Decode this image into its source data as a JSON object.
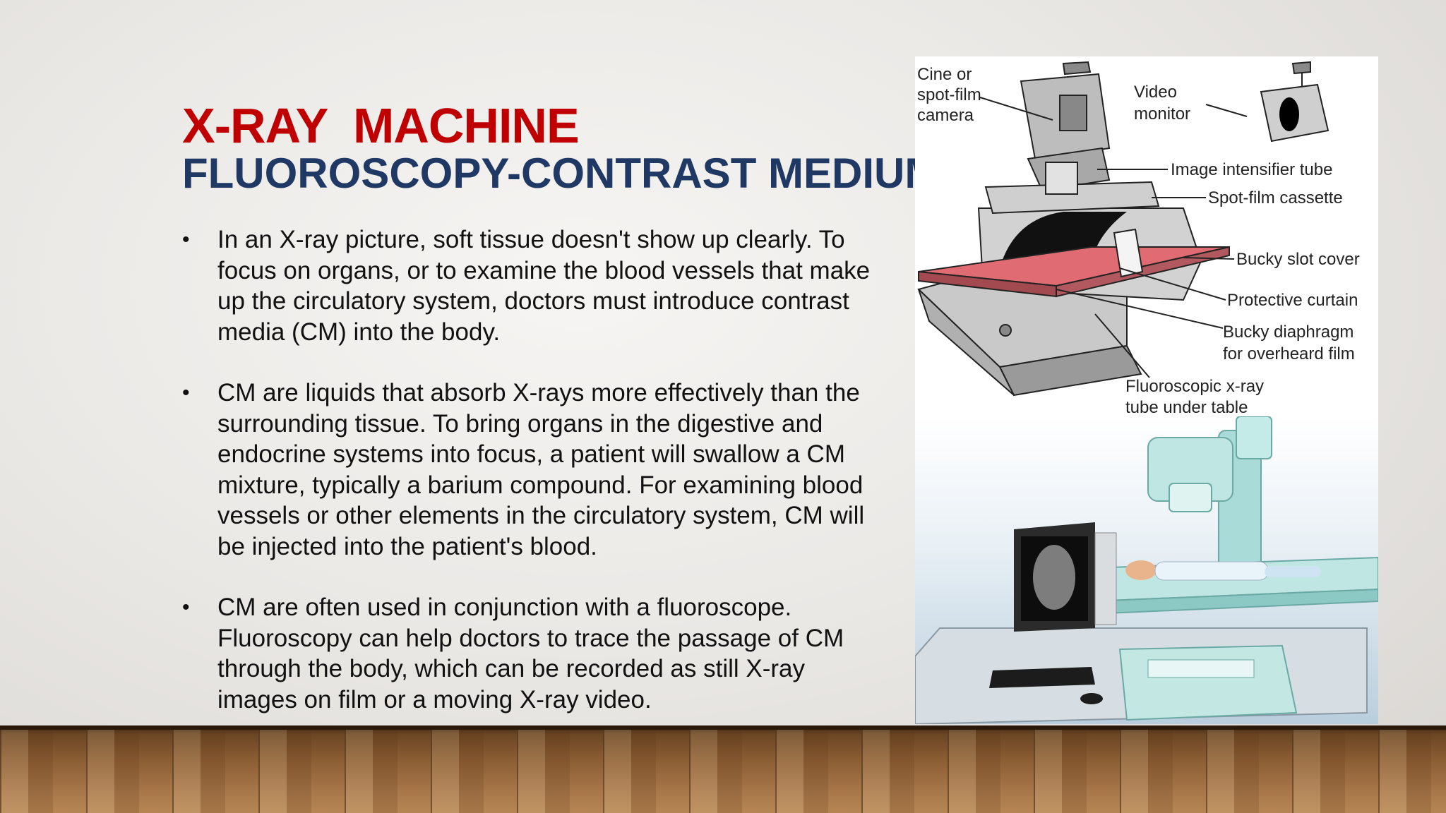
{
  "slide": {
    "title": "X-RAY  MACHINE",
    "subtitle": "FLUOROSCOPY-CONTRAST MEDIUM",
    "bullet_symbol": "•",
    "bullets": [
      "In an X-ray picture, soft tissue doesn't show up clearly. To focus on organs, or to examine the blood vessels that make up the circulatory system, doctors must introduce contrast media (CM) into the body.",
      "CM are liquids that absorb X-rays more effectively than the surrounding tissue. To bring organs in the digestive and endocrine systems into focus, a patient will swallow a CM mixture, typically a barium compound. For examining blood vessels or other elements in the circulatory system, CM will be injected into the patient's blood.",
      "CM are often used in conjunction with a fluoroscope. Fluoroscopy can help doctors to trace the passage of CM through the body, which can be recorded as still X-ray images on film or a moving X-ray video."
    ]
  },
  "figure": {
    "labels": {
      "cine_line1": "Cine or",
      "cine_line2": "spot-film",
      "cine_line3": "camera",
      "video_line1": "Video",
      "video_line2": "monitor",
      "intensifier": "Image intensifier tube",
      "cassette": "Spot-film cassette",
      "bucky_slot": "Bucky slot cover",
      "curtain": "Protective curtain",
      "bucky_diaphragm_line1": "Bucky diaphragm",
      "bucky_diaphragm_line2": "for overheard film",
      "fluoro_tube_line1": "Fluoroscopic x-ray",
      "fluoro_tube_line2": "tube under table"
    },
    "colors": {
      "table_top": "#e06b73",
      "machine_gray": "#c8c8c8",
      "equipment_teal": "#a9dcd8"
    }
  },
  "theme": {
    "title_color": "#c00000",
    "subtitle_color": "#1f3864"
  }
}
